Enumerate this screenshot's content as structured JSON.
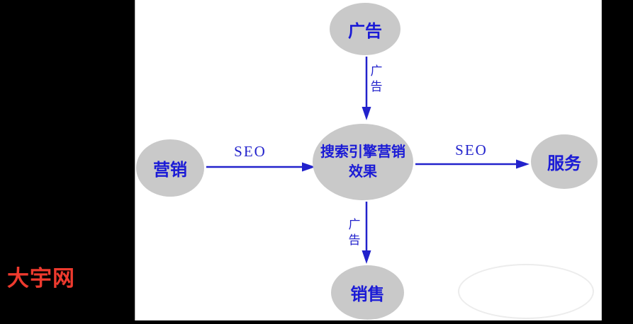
{
  "watermark": {
    "text": "大宇网",
    "color": "#ee3a2e"
  },
  "colors": {
    "background": "#ffffff",
    "frame_bars": "#000000",
    "node_fill": "#c9c9c9",
    "node_text_blue": "#1b1bd6",
    "edge_blue": "#2222cc",
    "watermark_red": "#ee3a2e",
    "faint_outline": "#ececec"
  },
  "diagram": {
    "type": "flowchart",
    "nodes": [
      {
        "id": "ad",
        "label": "广告",
        "position": "top"
      },
      {
        "id": "marketing",
        "label": "营销",
        "position": "left"
      },
      {
        "id": "center",
        "label_line1": "搜索引擎营销",
        "label_line2": "效果",
        "position": "center"
      },
      {
        "id": "service",
        "label": "服务",
        "position": "right"
      },
      {
        "id": "sales",
        "label": "销售",
        "position": "bottom"
      }
    ],
    "edges": [
      {
        "from": "ad",
        "to": "center",
        "label": "广告",
        "direction": "down"
      },
      {
        "from": "marketing",
        "to": "center",
        "label": "SEO",
        "direction": "right"
      },
      {
        "from": "center",
        "to": "service",
        "label": "SEO",
        "direction": "right"
      },
      {
        "from": "center",
        "to": "sales",
        "label": "广告",
        "direction": "down"
      }
    ]
  }
}
